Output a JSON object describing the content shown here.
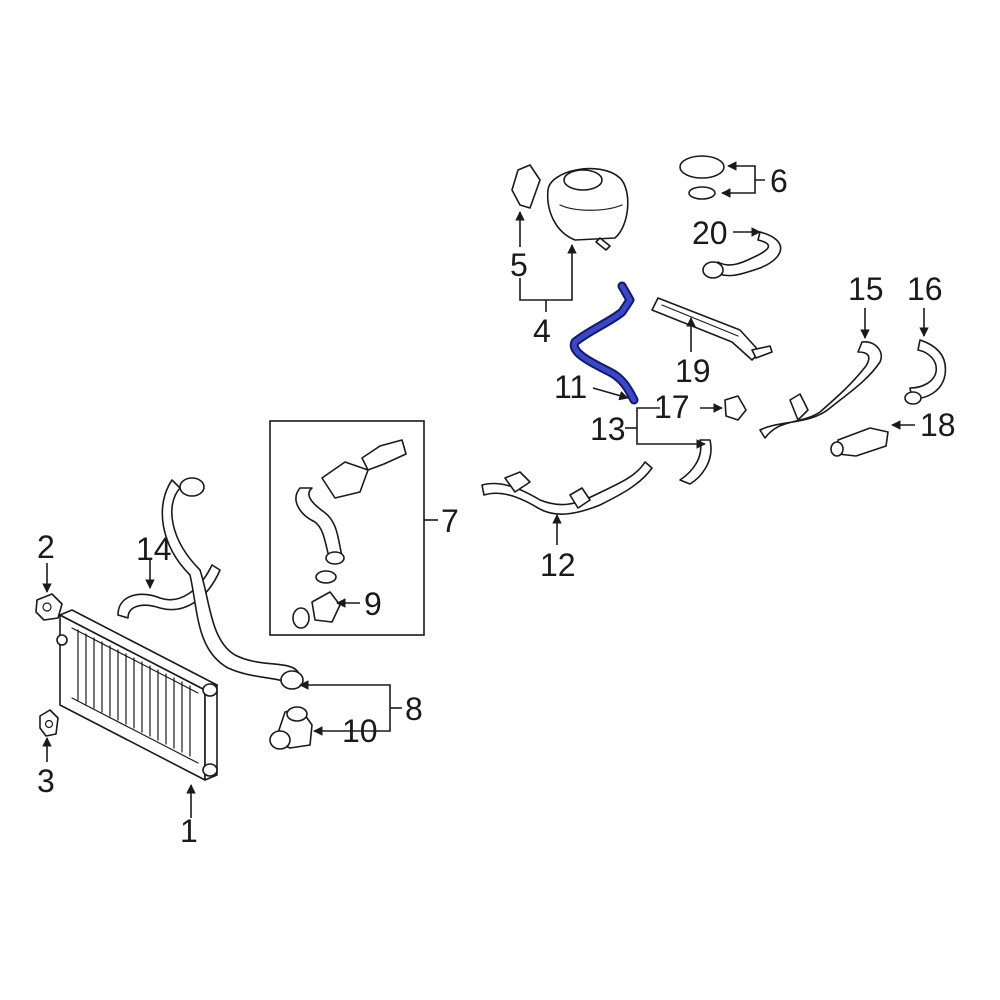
{
  "callouts": {
    "c1": "1",
    "c2": "2",
    "c3": "3",
    "c4": "4",
    "c5": "5",
    "c6": "6",
    "c7": "7",
    "c8": "8",
    "c9": "9",
    "c10": "10",
    "c11": "11",
    "c12": "12",
    "c13": "13",
    "c14": "14",
    "c15": "15",
    "c16": "16",
    "c17": "17",
    "c18": "18",
    "c19": "19",
    "c20": "20"
  },
  "highlight_color": "#3a48c8",
  "line_color": "#1a1a1a"
}
